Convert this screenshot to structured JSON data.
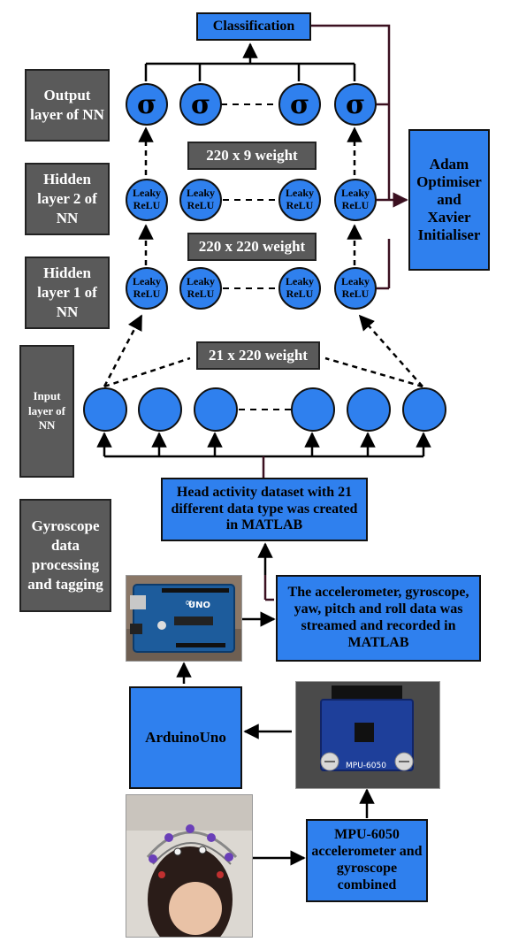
{
  "top": {
    "classification": "Classification"
  },
  "optimiser": "Adam Optimiser and Xavier Initialiser",
  "layers": {
    "output": "Output layer of NN",
    "hidden2": "Hidden layer 2 of NN",
    "hidden1": "Hidden layer 1 of NN",
    "input": "Input layer of NN",
    "gyro": "Gyroscope data processing and tagging"
  },
  "weights": {
    "w_out": "220 x 9 weight",
    "w_h": "220 x 220 weight",
    "w_in": "21 x 220 weight"
  },
  "nodes": {
    "sigma": "σ",
    "leaky": "Leaky ReLU"
  },
  "pipeline": {
    "dataset": "Head activity dataset with 21 different data type was created in MATLAB",
    "streamed": "The accelerometer, gyroscope, yaw, pitch and roll data was streamed and recorded in MATLAB",
    "arduino": "ArduinoUno",
    "mpu": "MPU-6050 accelerometer and gyroscope combined",
    "mpu_chip_label": "MPU-6050",
    "arduino_board_label": "UNO"
  },
  "colors": {
    "node": "#2f80ee",
    "grey": "#5a5a5a",
    "line": "#3b1020"
  }
}
